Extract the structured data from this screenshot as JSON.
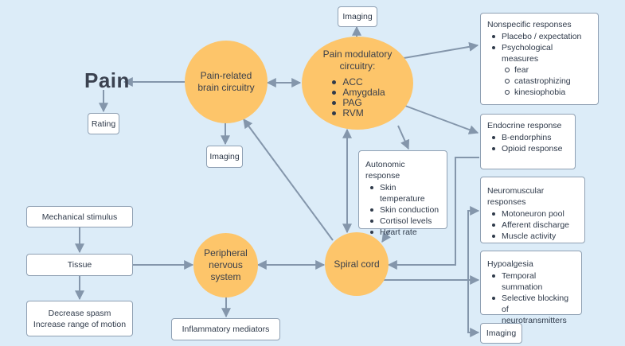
{
  "pain_label": "Pain",
  "nodes": {
    "pain_brain": "Pain-related brain circuitry",
    "pain_modulatory": "Pain modulatory circuitry:",
    "pain_modulatory_items": [
      "ACC",
      "Amygdala",
      "PAG",
      "RVM"
    ],
    "peripheral": "Peripheral nervous system",
    "spinal": "Spiral cord"
  },
  "boxes": {
    "rating": "Rating",
    "imaging_brain": "Imaging",
    "imaging_top": "Imaging",
    "imaging_bottom": "Imaging",
    "mechanical": "Mechanical stimulus",
    "tissue": "Tissue",
    "decrease_spasm": "Decrease spasm",
    "increase_rom": "Increase range of motion",
    "inflammatory": "Inflammatory mediators"
  },
  "nonspecific": {
    "title": "Nonspecific responses",
    "items": [
      "Placebo / expectation",
      "Psychological measures"
    ],
    "subitems": [
      "fear",
      "catastrophizing",
      "kinesiophobia"
    ]
  },
  "endocrine": {
    "title": "Endocrine response",
    "items": [
      "B-endorphins",
      "Opioid response"
    ]
  },
  "autonomic": {
    "title": "Autonomic response",
    "items": [
      "Skin temperature",
      "Skin conduction",
      "Cortisol levels",
      "Heart rate"
    ]
  },
  "neuromuscular": {
    "title": "Neuromuscular responses",
    "items": [
      "Motoneuron pool",
      "Afferent discharge",
      "Muscle activity"
    ]
  },
  "hypoalgesia": {
    "title": "Hypoalgesia",
    "items": [
      "Temporal summation",
      "Selective blocking of neurotransmitters"
    ]
  },
  "colors": {
    "background": "#dcecf8",
    "node": "#fdc56a",
    "arrow": "#8496ab",
    "box_border": "#8fa0b3"
  }
}
